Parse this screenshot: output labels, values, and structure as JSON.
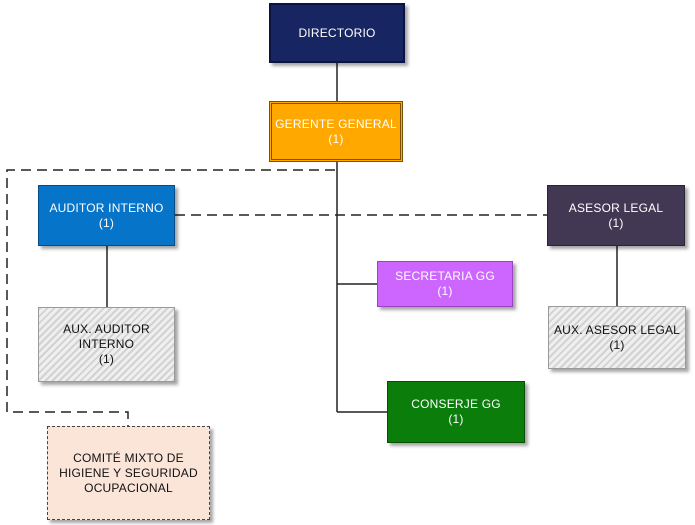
{
  "org_chart": {
    "directorio": {
      "lines": [
        "DIRECTORIO"
      ]
    },
    "gerente_general": {
      "lines": [
        "GERENTE GENERAL",
        "(1)"
      ]
    },
    "auditor_interno": {
      "lines": [
        "AUDITOR INTERNO",
        "(1)"
      ]
    },
    "asesor_legal": {
      "lines": [
        "ASESOR LEGAL",
        "(1)"
      ]
    },
    "secretaria_gg": {
      "lines": [
        "SECRETARIA GG",
        "(1)"
      ]
    },
    "conserje_gg": {
      "lines": [
        "CONSERJE GG",
        "(1)"
      ]
    },
    "aux_auditor_interno": {
      "lines": [
        "AUX. AUDITOR",
        "INTERNO",
        "(1)"
      ]
    },
    "aux_asesor_legal": {
      "lines": [
        "AUX. ASESOR LEGAL",
        "(1)"
      ]
    },
    "comite_mixto": {
      "lines": [
        "COMITÉ MIXTO DE",
        "HIGIENE Y SEGURIDAD",
        "OCUPACIONAL"
      ]
    }
  },
  "colors": {
    "directorio": "#172562",
    "gerente_general": "#ffa800",
    "auditor_interno": "#0574c9",
    "asesor_legal": "#433854",
    "secretaria_gg": "#cc66ff",
    "conserje_gg": "#0a7d0a",
    "auxiliar_hatched": "#e6e6e6",
    "comite_mixto": "#fbe5d9"
  }
}
